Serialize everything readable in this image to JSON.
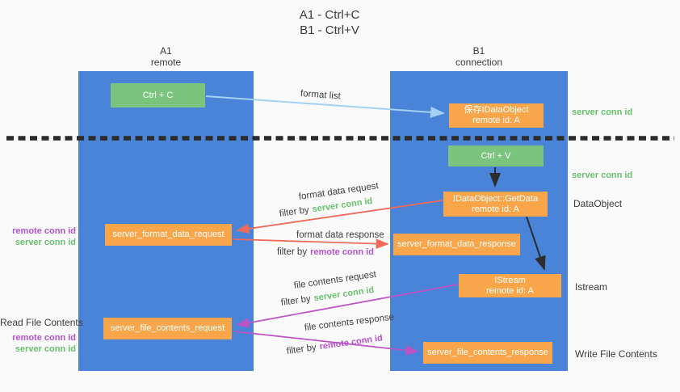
{
  "title": {
    "line1": "A1 - Ctrl+C",
    "line2": "B1 - Ctrl+V"
  },
  "lanes": {
    "left": {
      "name": "A1",
      "subtitle": "remote"
    },
    "right": {
      "name": "B1",
      "subtitle": "connection"
    }
  },
  "nodes": {
    "ctrl_c": {
      "label": "Ctrl + C"
    },
    "ctrl_v": {
      "label": "Ctrl + V"
    },
    "save_dataobject": {
      "line1": "保存IDataObject",
      "line2": "remote id: A"
    },
    "getdata": {
      "line1": "IDataObject::GetData",
      "line2": "remote id: A"
    },
    "istream": {
      "line1": "IStream",
      "line2": "remote id: A"
    },
    "server_format_data_request": {
      "label": "server_format_data_request"
    },
    "server_format_data_response": {
      "label": "server_format_data_response"
    },
    "server_file_contents_request": {
      "label": "server_file_contents_request"
    },
    "server_file_contents_response": {
      "label": "server_file_contents_response"
    }
  },
  "left_labels": {
    "remote_conn_id_1": "remote conn id",
    "server_conn_id_1": "server conn id",
    "read_file_contents": "Read File Contents",
    "remote_conn_id_2": "remote conn id",
    "server_conn_id_2": "server conn id"
  },
  "right_labels": {
    "server_conn_id_1": "server conn id",
    "server_conn_id_2": "server conn id",
    "dataobject": "DataObject",
    "istream": "Istream",
    "write_file_contents": "Write File Contents"
  },
  "arrow_labels": {
    "format_list": "format list",
    "format_data_request": "format data request",
    "filter_by_1": "filter by",
    "filter_by_1_target": "server conn id",
    "format_data_response": "format data response",
    "filter_by_2": "filter by",
    "filter_by_2_target": "remote conn id",
    "file_contents_request": "file contents request",
    "filter_by_3": "filter by",
    "filter_by_3_target": "server conn id",
    "file_contents_response": "file contents response",
    "filter_by_4": "filter by",
    "filter_by_4_target": "remote conn id"
  },
  "colors": {
    "lane_blue": "#4a84d8",
    "node_green": "#7bc47e",
    "node_orange": "#f9a64b",
    "arrow_light_blue": "#a4d2f4",
    "arrow_red": "#ee6a5a",
    "arrow_magenta": "#bd54c6",
    "arrow_black": "#2d2d2d",
    "dotted_line_black": "#2b2b2b",
    "text_green": "#68c06d",
    "text_purple": "#b452cc",
    "background": "#fafafa"
  }
}
